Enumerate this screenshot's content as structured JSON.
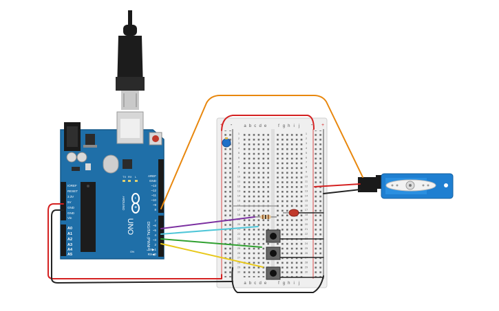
{
  "board": {
    "brand": "ARDUINO",
    "model": "UNO",
    "power_header": [
      "IOREF",
      "RESET",
      "3.3V",
      "5V",
      "GND",
      "GND",
      "Vin"
    ],
    "analog_header": [
      "A0",
      "A1",
      "A2",
      "A3",
      "A4",
      "A5"
    ],
    "digital_header_top": [
      "AREF",
      "GND",
      "~13",
      "~12",
      "~11",
      "~10",
      "~9",
      "8"
    ],
    "digital_label": "DIGITAL (PWM~)",
    "digital_low": [
      "7",
      "~6",
      "~5",
      "4",
      "~3",
      "2",
      "TX▶1",
      "RX◀0"
    ],
    "leds": [
      "TX",
      "RX"
    ],
    "on_label": "ON",
    "l_label": "L"
  },
  "breadboard": {
    "columns_left": [
      "a",
      "b",
      "c",
      "d",
      "e"
    ],
    "columns_right": [
      "f",
      "g",
      "h",
      "i",
      "j"
    ],
    "rows": [
      "1",
      "2",
      "3",
      "4",
      "5",
      "6",
      "7",
      "8",
      "9",
      "10",
      "11",
      "12",
      "13",
      "14",
      "15",
      "16",
      "17",
      "18",
      "19",
      "20",
      "21",
      "22",
      "23",
      "24",
      "25",
      "26",
      "27",
      "28",
      "29",
      "30"
    ],
    "rail_plus": "+",
    "rail_minus": "-"
  },
  "colors": {
    "board": "#1f6fa8",
    "board_dark": "#175a8a",
    "breadboard": "#efefef",
    "wire_red": "#d42020",
    "wire_black": "#222222",
    "wire_orange": "#e8870d",
    "wire_purple": "#7b2fa0",
    "wire_cyan": "#4fc6d8",
    "wire_green": "#2fa02f",
    "wire_yellow": "#e8c81a",
    "servo": "#1f7fd1"
  }
}
